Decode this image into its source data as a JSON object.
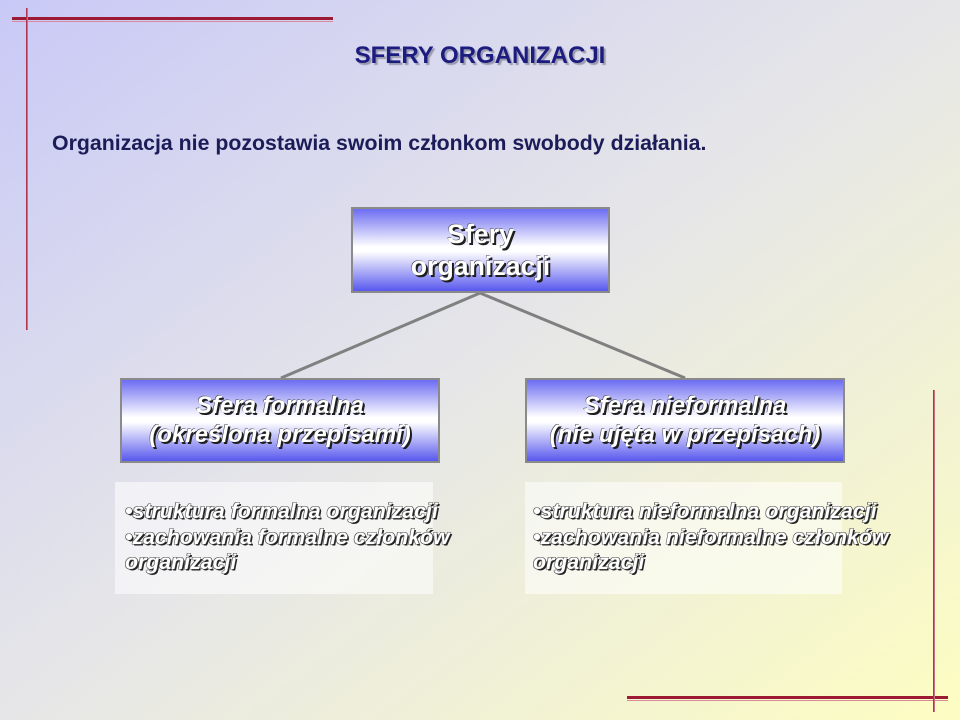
{
  "slide": {
    "title": "SFERY ORGANIZACJI",
    "subtitle": "Organizacja nie pozostawia swoim członkom swobody działania."
  },
  "diagram": {
    "root": {
      "line1": "Sfery",
      "line2": "organizacji"
    },
    "branches": [
      {
        "line1": "Sfera formalna",
        "line2": "(określona przepisami)",
        "bullets": [
          "struktura formalna organizacji",
          "zachowania formalne członków organizacji"
        ]
      },
      {
        "line1": "Sfera nieformalna",
        "line2": "(nie ujęta w przepisach)",
        "bullets": [
          "struktura nieformalna organizacji",
          "zachowania nieformalne członków organizacji"
        ]
      }
    ]
  },
  "colors": {
    "title": "#1c1c80",
    "subtitle": "#1c1c58",
    "node_blue": "#5858ee",
    "connector": "#808080",
    "decor_red": "#9c1a34",
    "background_start": "#c9c9f7",
    "background_end": "#fdfdc2"
  }
}
